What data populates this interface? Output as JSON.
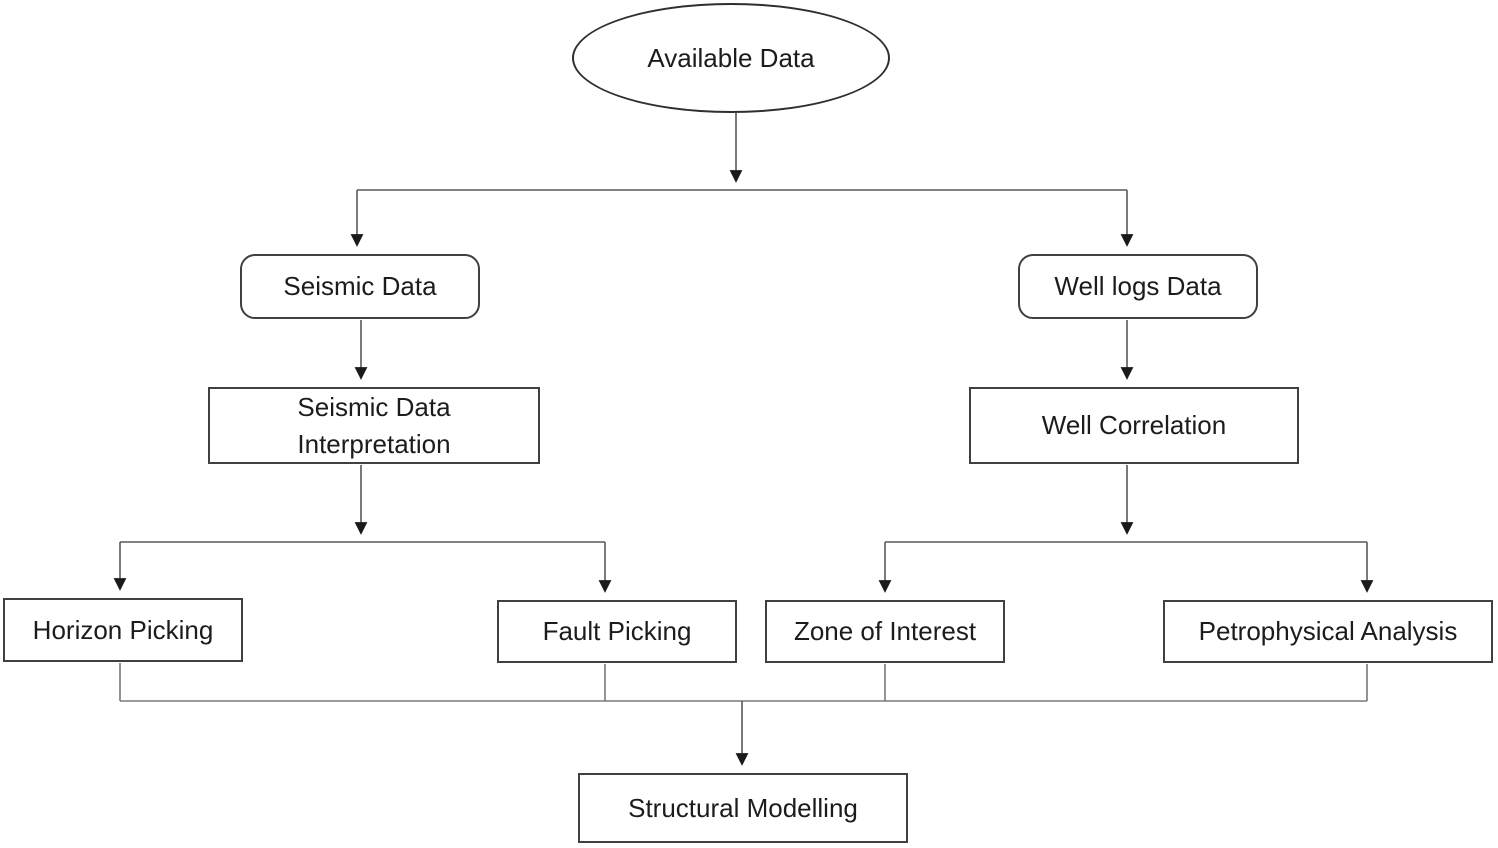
{
  "diagram": {
    "type": "flowchart",
    "background": "#ffffff",
    "colors": {
      "node_border": "#404040",
      "connector": "#595959",
      "collector_line": "#787878",
      "arrowhead": "#1a1a1a",
      "text": "#1c1c1c"
    },
    "nodes": {
      "available_data": {
        "label": "Available Data",
        "shape": "ellipse"
      },
      "seismic_data": {
        "label": "Seismic Data",
        "shape": "rounded-rect"
      },
      "well_logs_data": {
        "label": "Well logs Data",
        "shape": "rounded-rect"
      },
      "seismic_data_interpretation": {
        "label": "Seismic Data Interpretation",
        "shape": "rect"
      },
      "well_correlation": {
        "label": "Well Correlation",
        "shape": "rect"
      },
      "horizon_picking": {
        "label": "Horizon Picking",
        "shape": "rect"
      },
      "fault_picking": {
        "label": "Fault Picking",
        "shape": "rect"
      },
      "zone_of_interest": {
        "label": "Zone of Interest",
        "shape": "rect"
      },
      "petrophysical_analysis": {
        "label": "Petrophysical Analysis",
        "shape": "rect"
      },
      "structural_modelling": {
        "label": "Structural Modelling",
        "shape": "rect"
      }
    },
    "edges": [
      {
        "from": "Available Data",
        "to": "Seismic Data"
      },
      {
        "from": "Available Data",
        "to": "Well logs Data"
      },
      {
        "from": "Seismic Data",
        "to": "Seismic Data Interpretation"
      },
      {
        "from": "Well logs Data",
        "to": "Well Correlation"
      },
      {
        "from": "Seismic Data Interpretation",
        "to": "Horizon Picking"
      },
      {
        "from": "Seismic Data Interpretation",
        "to": "Fault Picking"
      },
      {
        "from": "Well Correlation",
        "to": "Zone of Interest"
      },
      {
        "from": "Well Correlation",
        "to": "Petrophysical Analysis"
      },
      {
        "from": "Horizon Picking",
        "to": "Structural Modelling"
      },
      {
        "from": "Fault Picking",
        "to": "Structural Modelling"
      },
      {
        "from": "Zone of Interest",
        "to": "Structural Modelling"
      },
      {
        "from": "Petrophysical Analysis",
        "to": "Structural Modelling"
      }
    ]
  }
}
